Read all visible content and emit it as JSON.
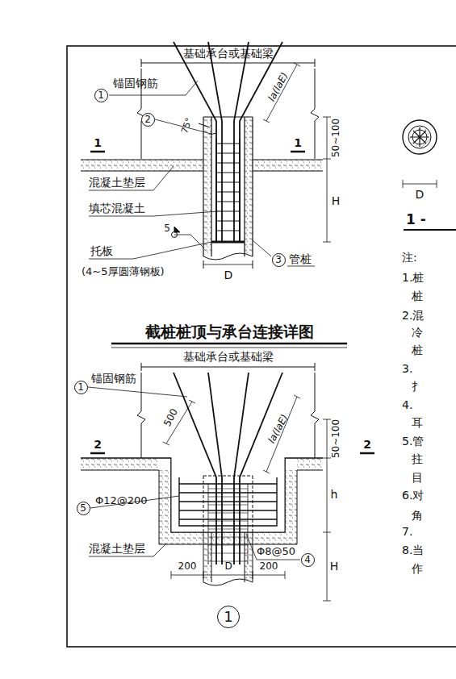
{
  "diagram": {
    "title": "截桩桩顶与承台连接详图",
    "nodes": [
      {
        "text": [
          "1"
        ]
      },
      {
        "text": [
          "2"
        ]
      },
      {
        "text": [
          "3"
        ]
      },
      {
        "text": [
          "1"
        ]
      },
      {
        "text": [
          "5"
        ]
      },
      {
        "text": [
          "4"
        ]
      },
      {
        "text": [
          "1"
        ]
      }
    ],
    "labels": [
      "基础承台或基础梁",
      "锚固钢筋",
      "75°",
      "la(laE)",
      "50~100",
      "1",
      "1",
      "混凝土垫层",
      "H",
      "填芯混凝土",
      "5",
      "托板",
      "(4~5厚圆薄钢板)",
      "管桩",
      "D",
      "基础承台或基础梁",
      "锚固钢筋",
      "500",
      "la(laE)",
      "50~100",
      "2",
      "2",
      "h",
      "H",
      "Φ12@200",
      "混凝土垫层",
      "Φ8@50",
      "200",
      "D",
      "200",
      "D",
      "1 -",
      "注:",
      "1.桩",
      "桩",
      "2.混",
      "冷",
      "桩",
      "3.",
      "扌",
      "4.",
      "耳",
      "5.管",
      "拄",
      "目",
      "6.对",
      "角",
      "7.",
      "8.当",
      "作"
    ]
  }
}
